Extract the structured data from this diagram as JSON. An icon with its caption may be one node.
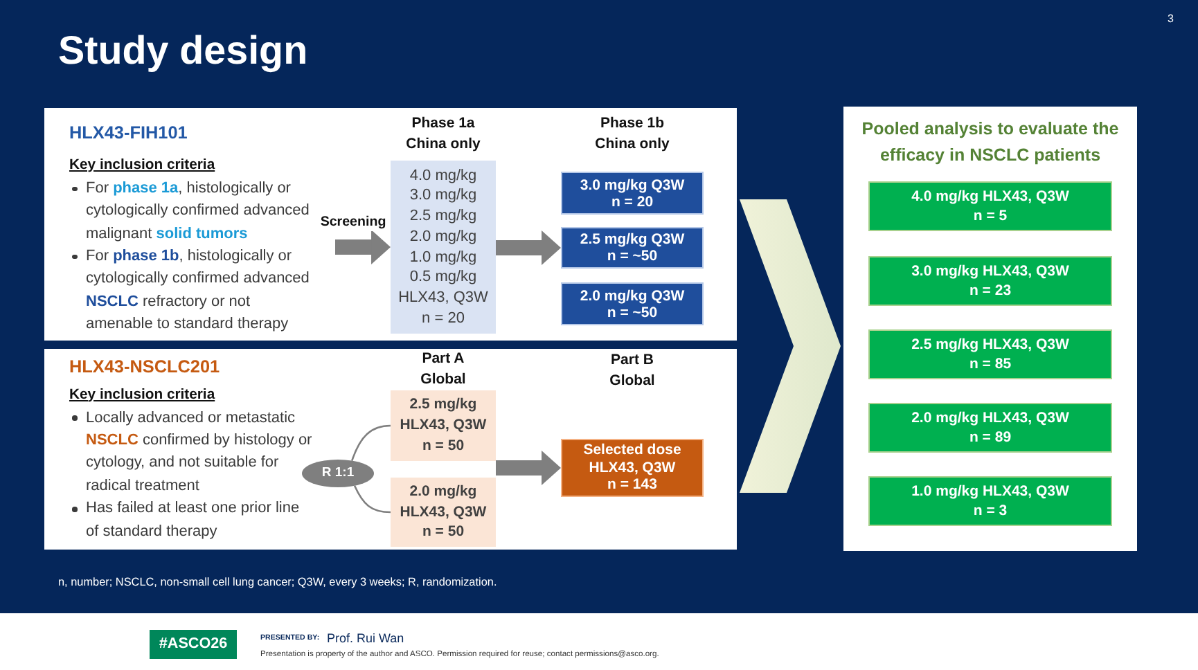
{
  "diagram": {
    "title": "Study design",
    "caption": "n, number; NSCLC, non-small cell lung cancer; Q3W, every 3 weeks; R, randomization.",
    "nodes": [
      {
        "text": [
          "HLX43-FIH101",
          "Key inclusion criteria",
          "For **phase 1a**, histologically or cytologically confirmed advanced malignant **solid tumors**",
          "For **phase 1b**, histologically or cytologically confirmed advanced **NSCLC** refractory or not amenable to standard therapy"
        ]
      },
      {
        "text": [
          "Phase 1a China only",
          "4.0 mg/kg",
          "3.0 mg/kg",
          "2.5 mg/kg",
          "2.0 mg/kg",
          "1.0 mg/kg",
          "0.5 mg/kg",
          "HLX43, Q3W",
          "n = 20"
        ],
        "in": 0
      },
      {
        "text": [
          "Phase 1b China only",
          "3.0 mg/kg Q3W",
          "n = 20"
        ],
        "in": 0
      },
      {
        "text": [
          "2.5 mg/kg Q3W",
          "n = ~50"
        ],
        "in": 0
      },
      {
        "text": [
          "2.0 mg/kg Q3W",
          "n = ~50"
        ],
        "in": 0
      },
      {
        "text": [
          "HLX43-NSCLC201",
          "Key inclusion criteria",
          "Locally advanced or metastatic **NSCLC** confirmed by histology or cytology, and not suitable for radical treatment",
          "Has failed at least one prior line of standard therapy"
        ]
      },
      {
        "text": [
          "R 1:1"
        ],
        "in": 5
      },
      {
        "text": [
          "Part A Global",
          "2.5 mg/kg HLX43, Q3W",
          "n = 50"
        ],
        "in": 5
      },
      {
        "text": [
          "2.0 mg/kg HLX43, Q3W",
          "n = 50"
        ],
        "in": 5
      },
      {
        "text": [
          "Selected dose HLX43, Q3W",
          "n = 143"
        ],
        "in": 5
      },
      {
        "text": [
          "Pooled analysis to evaluate the efficacy in NSCLC patients"
        ]
      },
      {
        "text": [
          "4.0 mg/kg HLX43, Q3W",
          "n = 5"
        ],
        "in": 10
      },
      {
        "text": [
          "3.0 mg/kg HLX43, Q3W",
          "n = 23"
        ],
        "in": 10
      },
      {
        "text": [
          "2.5 mg/kg HLX43, Q3W",
          "n = 85"
        ],
        "in": 10
      },
      {
        "text": [
          "2.0 mg/kg HLX43, Q3W",
          "n = 89"
        ],
        "in": 10
      },
      {
        "text": [
          "1.0 mg/kg HLX43, Q3W",
          "n = 3"
        ],
        "in": 10
      }
    ],
    "edges": [
      {
        "from": null,
        "to": 1,
        "arrow": "to",
        "label": "Screening"
      },
      {
        "from": 1,
        "to": 3,
        "arrow": "to"
      },
      {
        "from": 6,
        "to": 7,
        "arrow": "none"
      },
      {
        "from": 6,
        "to": 8,
        "arrow": "none"
      },
      {
        "from": 7,
        "to": 9,
        "arrow": "to"
      },
      {
        "from": 8,
        "to": 9,
        "arrow": "to"
      },
      {
        "from": 0,
        "to": 10,
        "arrow": "to",
        "style": "thick",
        "color": "#dfe8cc"
      },
      {
        "from": 5,
        "to": 10,
        "arrow": "to",
        "style": "thick",
        "color": "#dfe8cc"
      }
    ],
    "labels": [
      "3",
      "Part B Global",
      "#ASCO26",
      "PRESENTED BY:",
      "Prof. Rui Wan",
      "Presentation is property of the author and ASCO. Permission required for reuse; contact permissions@asco.org."
    ]
  }
}
